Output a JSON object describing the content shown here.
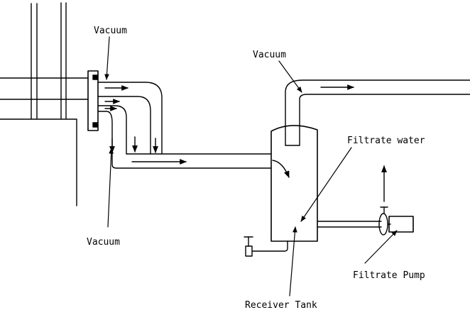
{
  "labels": {
    "vacuum_top_left": "Vacuum",
    "vacuum_top_right": "Vacuum",
    "vacuum_bottom": "Vacuum",
    "filtrate_water": "Filtrate water",
    "filtrate_pump": "Filtrate Pump",
    "receiver_tank": "Receiver Tank"
  },
  "colors": {
    "line": "#000000",
    "background": "#ffffff"
  }
}
